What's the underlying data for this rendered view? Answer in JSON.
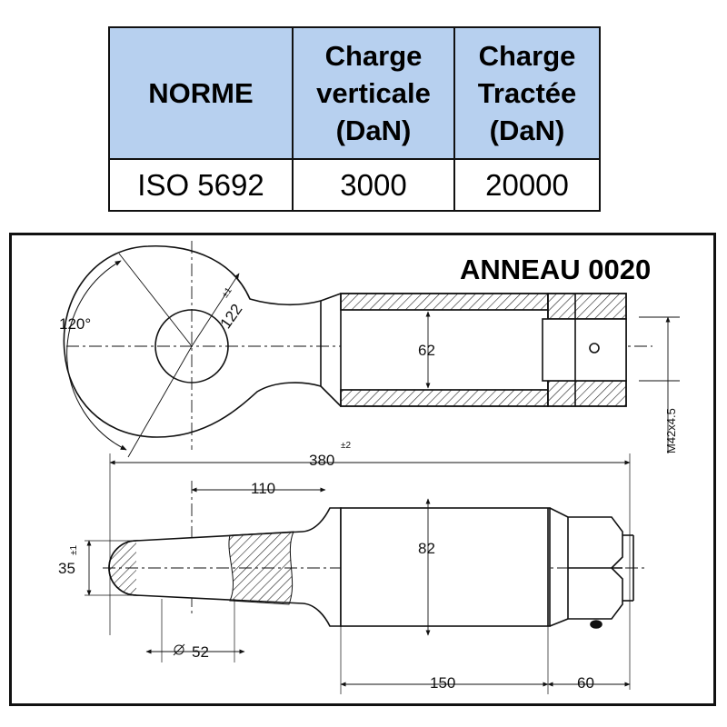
{
  "table": {
    "headers": [
      "NORME",
      "Charge verticale (DaN)",
      "Charge Tractée (DaN)"
    ],
    "header_lines": [
      [
        "NORME"
      ],
      [
        "Charge",
        "verticale",
        "(DaN)"
      ],
      [
        "Charge",
        "Tractée",
        "(DaN)"
      ]
    ],
    "row": [
      "ISO 5692",
      "3000",
      "20000"
    ],
    "header_bg": "#b7d0ef"
  },
  "drawing": {
    "title": "ANNEAU 0020",
    "labels": {
      "angle": "120°",
      "radius": "122",
      "inner_diameter_top": "62",
      "thread": "M42x4.5",
      "length_total": "380",
      "offset": "110",
      "body_diameter": "82",
      "ring_section": "35",
      "diameter_52": "52",
      "body_length": "150",
      "nut_length": "60",
      "tolerance_radius": "±1",
      "tolerance_total": "±2",
      "tolerance_section": "±1"
    }
  }
}
